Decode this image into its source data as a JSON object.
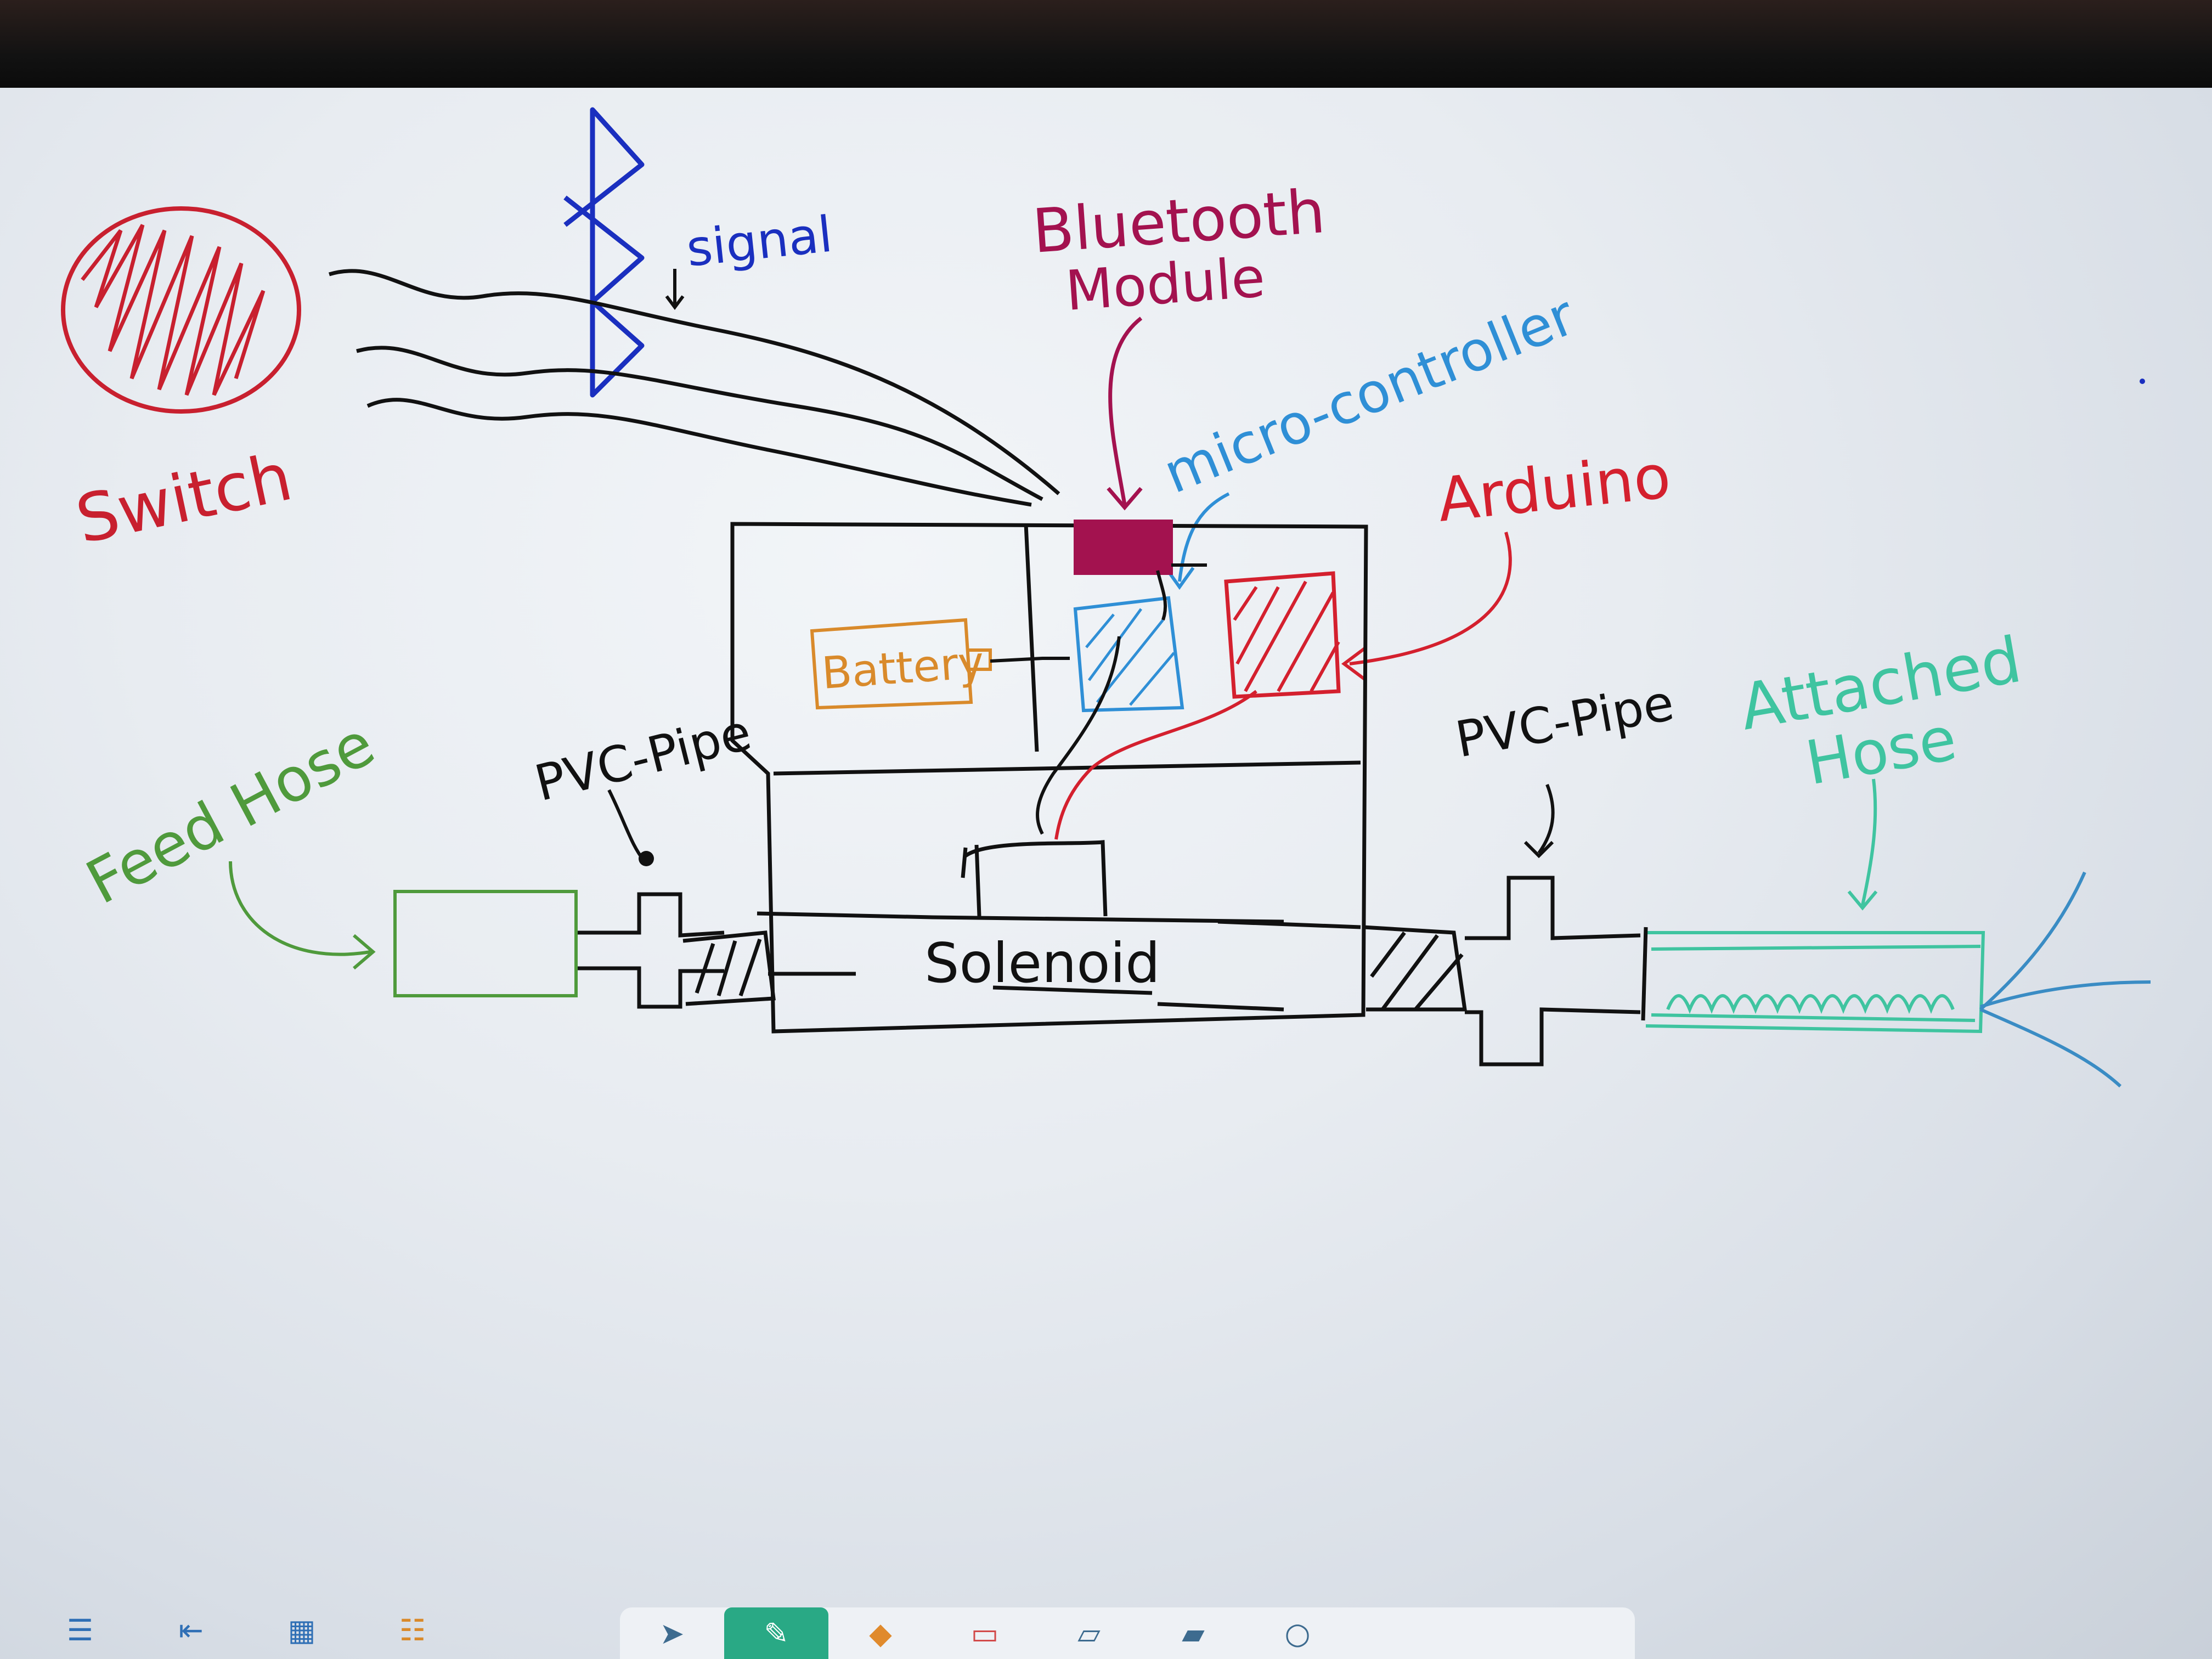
{
  "whiteboard": {
    "labels": {
      "bluetooth_symbol_caption": "signal",
      "switch": "Switch",
      "bluetooth_module": "Bluetooth",
      "bluetooth_module_line2": "Module",
      "micro_controller": "micro-controller",
      "arduino": "Arduino",
      "battery": "Battery",
      "feed_hose": "Feed Hose",
      "pvc_pipe_left": "PVC-Pipe",
      "pvc_pipe_right": "PVC-Pipe",
      "attached_hose": "Attached",
      "attached_hose_line2": "Hose",
      "solenoid": "Solenoid"
    },
    "colors": {
      "switch": "#c8202f",
      "bluetooth_symbol": "#1a2fbf",
      "bluetooth_module": "#a3124f",
      "micro_controller": "#2f8fd6",
      "arduino": "#d4202e",
      "battery": "#d98a2b",
      "feed_hose": "#4f9a3c",
      "attached_hose": "#3fc4a0",
      "ink": "#111111",
      "water": "#3a8cc4"
    }
  },
  "left_bar": {
    "icons": [
      "menu-icon",
      "exit-icon",
      "qr-code-icon",
      "list-icon"
    ]
  },
  "toolbar": {
    "tools": [
      {
        "name": "select-tool",
        "glyph": "➤"
      },
      {
        "name": "pen-tool",
        "glyph": "✎",
        "active": true
      },
      {
        "name": "eraser-tool",
        "glyph": "◆"
      },
      {
        "name": "shape-tool",
        "glyph": "▭"
      },
      {
        "name": "ruler-tool",
        "glyph": "▱"
      },
      {
        "name": "sticky-tool",
        "glyph": "▰"
      },
      {
        "name": "search-tool",
        "glyph": "○"
      }
    ]
  }
}
